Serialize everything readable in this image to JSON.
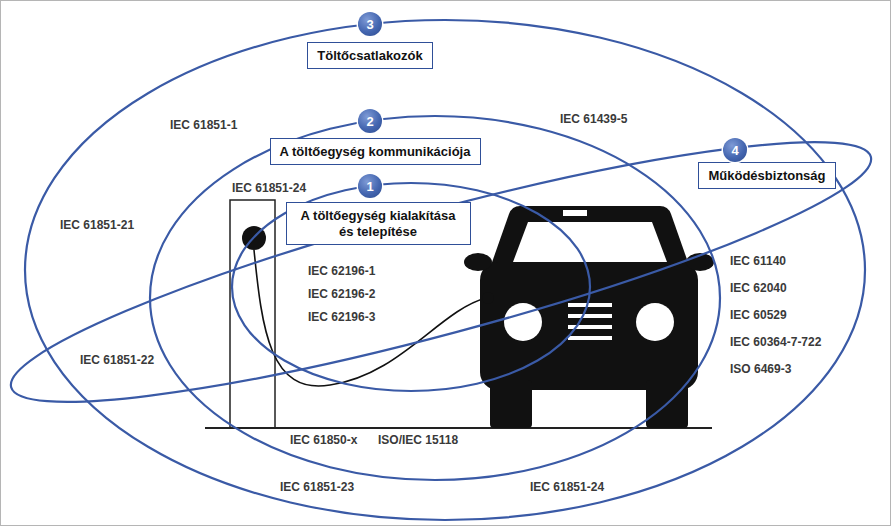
{
  "diagram": {
    "nodes": [
      {
        "text": [
          "3",
          "Töltőcsatlakozók"
        ]
      },
      {
        "text": [
          "2",
          "A töltőegység kommunikációja"
        ],
        "in": 0
      },
      {
        "text": [
          "1",
          "A töltőegység kialakítása és telepítése"
        ],
        "in": 1
      },
      {
        "text": [
          "4",
          "Működésbiztonság"
        ]
      }
    ],
    "labels": [
      "IEC 61851-1",
      "IEC 61439-5",
      "IEC 61851-24",
      "IEC 61851-21",
      "IEC 62196-1",
      "IEC 62196-2",
      "IEC 62196-3",
      "IEC 61140",
      "IEC 62040",
      "IEC 60529",
      "IEC 60364-7-722",
      "ISO 6469-3",
      "IEC 61851-22",
      "IEC 61850-x",
      "ISO/IEC 15118",
      "IEC 61851-23",
      "IEC 61851-24"
    ]
  }
}
